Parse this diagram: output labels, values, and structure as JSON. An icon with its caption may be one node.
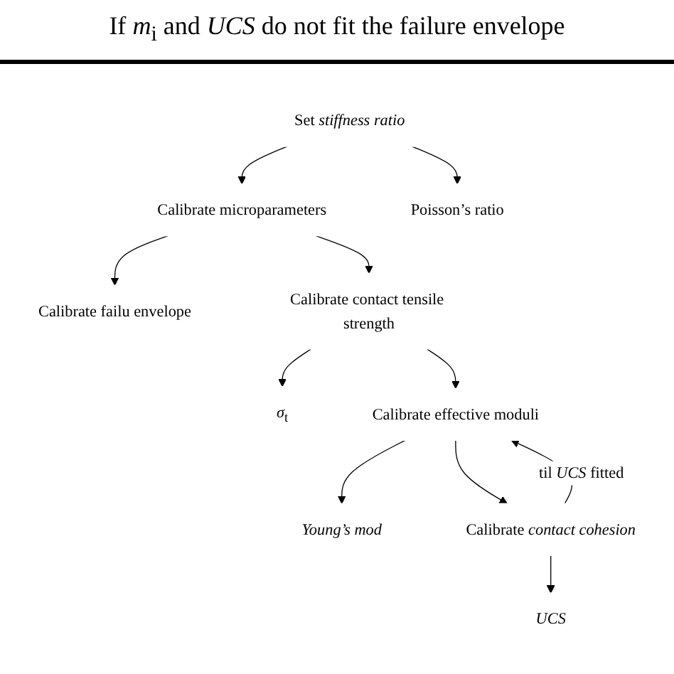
{
  "diagram": {
    "title": "If *m*$_{i}$ and *UCS* do not fit the failure envelope",
    "nodes": [
      {
        "text": [
          "Set *stiffness ratio*"
        ]
      },
      {
        "text": [
          "Calibrate microparameters"
        ]
      },
      {
        "text": [
          "Calibrate failu envelope"
        ]
      },
      {
        "text": [
          "Poisson’s ratio"
        ]
      },
      {
        "text": [
          "Calibrate contact tensile strength"
        ]
      },
      {
        "text": [
          "*σ*$_{t}$"
        ]
      },
      {
        "text": [
          "Calibrate effective moduli"
        ]
      },
      {
        "text": [
          "*Young’s mod*"
        ]
      },
      {
        "text": [
          "Calibrate *contact cohesion*"
        ]
      },
      {
        "text": [
          "*UCS*"
        ]
      }
    ],
    "edges": [
      {
        "from": 0,
        "to": 1,
        "arrow": "to"
      },
      {
        "from": 1,
        "to": 2,
        "arrow": "to"
      },
      {
        "from": 0,
        "to": 3,
        "arrow": "to"
      },
      {
        "from": 1,
        "to": 4,
        "arrow": "to"
      },
      {
        "from": 4,
        "to": 5,
        "arrow": "to"
      },
      {
        "from": 4,
        "to": 6,
        "arrow": "to"
      },
      {
        "from": 6,
        "to": 7,
        "arrow": "to"
      },
      {
        "from": 6,
        "to": 8,
        "arrow": "to"
      },
      {
        "from": 8,
        "to": 9,
        "arrow": "to"
      },
      {
        "from": 8,
        "to": 6,
        "arrow": "to",
        "label": "til *UCS* fitted"
      }
    ]
  }
}
